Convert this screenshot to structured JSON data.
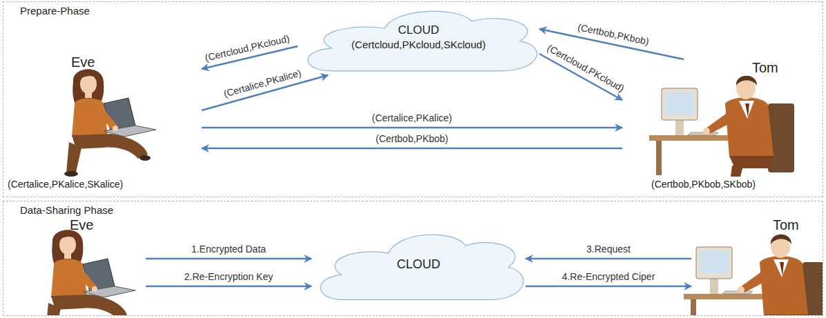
{
  "diagram": {
    "nodes": [
      {
        "text": [
          "Prepare-Phase"
        ]
      },
      {
        "text": [
          "CLOUD",
          "(Certcloud,PKcloud,SKcloud)"
        ],
        "in": 0
      },
      {
        "text": [
          "Eve",
          "(Certalice,PKalice,SKalice)"
        ],
        "in": 0
      },
      {
        "text": [
          "Tom",
          "(Certbob,PKbob,SKbob)"
        ],
        "in": 0
      },
      {
        "text": [
          "Data-Sharing Phase"
        ]
      },
      {
        "text": [
          "Eve"
        ],
        "in": 4
      },
      {
        "text": [
          "CLOUD"
        ],
        "in": 4
      },
      {
        "text": [
          "Tom"
        ],
        "in": 4
      }
    ],
    "edges": [
      {
        "from": 1,
        "to": 2,
        "arrow": "to",
        "label": "(Certcloud,PKcloud)"
      },
      {
        "from": 2,
        "to": 1,
        "arrow": "to",
        "label": "(Certalice,PKalice)"
      },
      {
        "from": 3,
        "to": 1,
        "arrow": "to",
        "label": "(Certbob,PKbob)"
      },
      {
        "from": 1,
        "to": 3,
        "arrow": "to",
        "label": "(Certcloud,PKcloud)"
      },
      {
        "from": 2,
        "to": 3,
        "arrow": "to",
        "label": "(Certalice,PKalice)"
      },
      {
        "from": 3,
        "to": 2,
        "arrow": "to",
        "label": "(Certbob,PKbob)"
      },
      {
        "from": 5,
        "to": 6,
        "arrow": "to",
        "label": "1.Encrypted Data"
      },
      {
        "from": 5,
        "to": 6,
        "arrow": "to",
        "label": "2.Re-Encryption Key"
      },
      {
        "from": 7,
        "to": 6,
        "arrow": "to",
        "label": "3.Request"
      },
      {
        "from": 6,
        "to": 7,
        "arrow": "to",
        "label": "4.Re-Encrypted Ciper"
      }
    ]
  }
}
